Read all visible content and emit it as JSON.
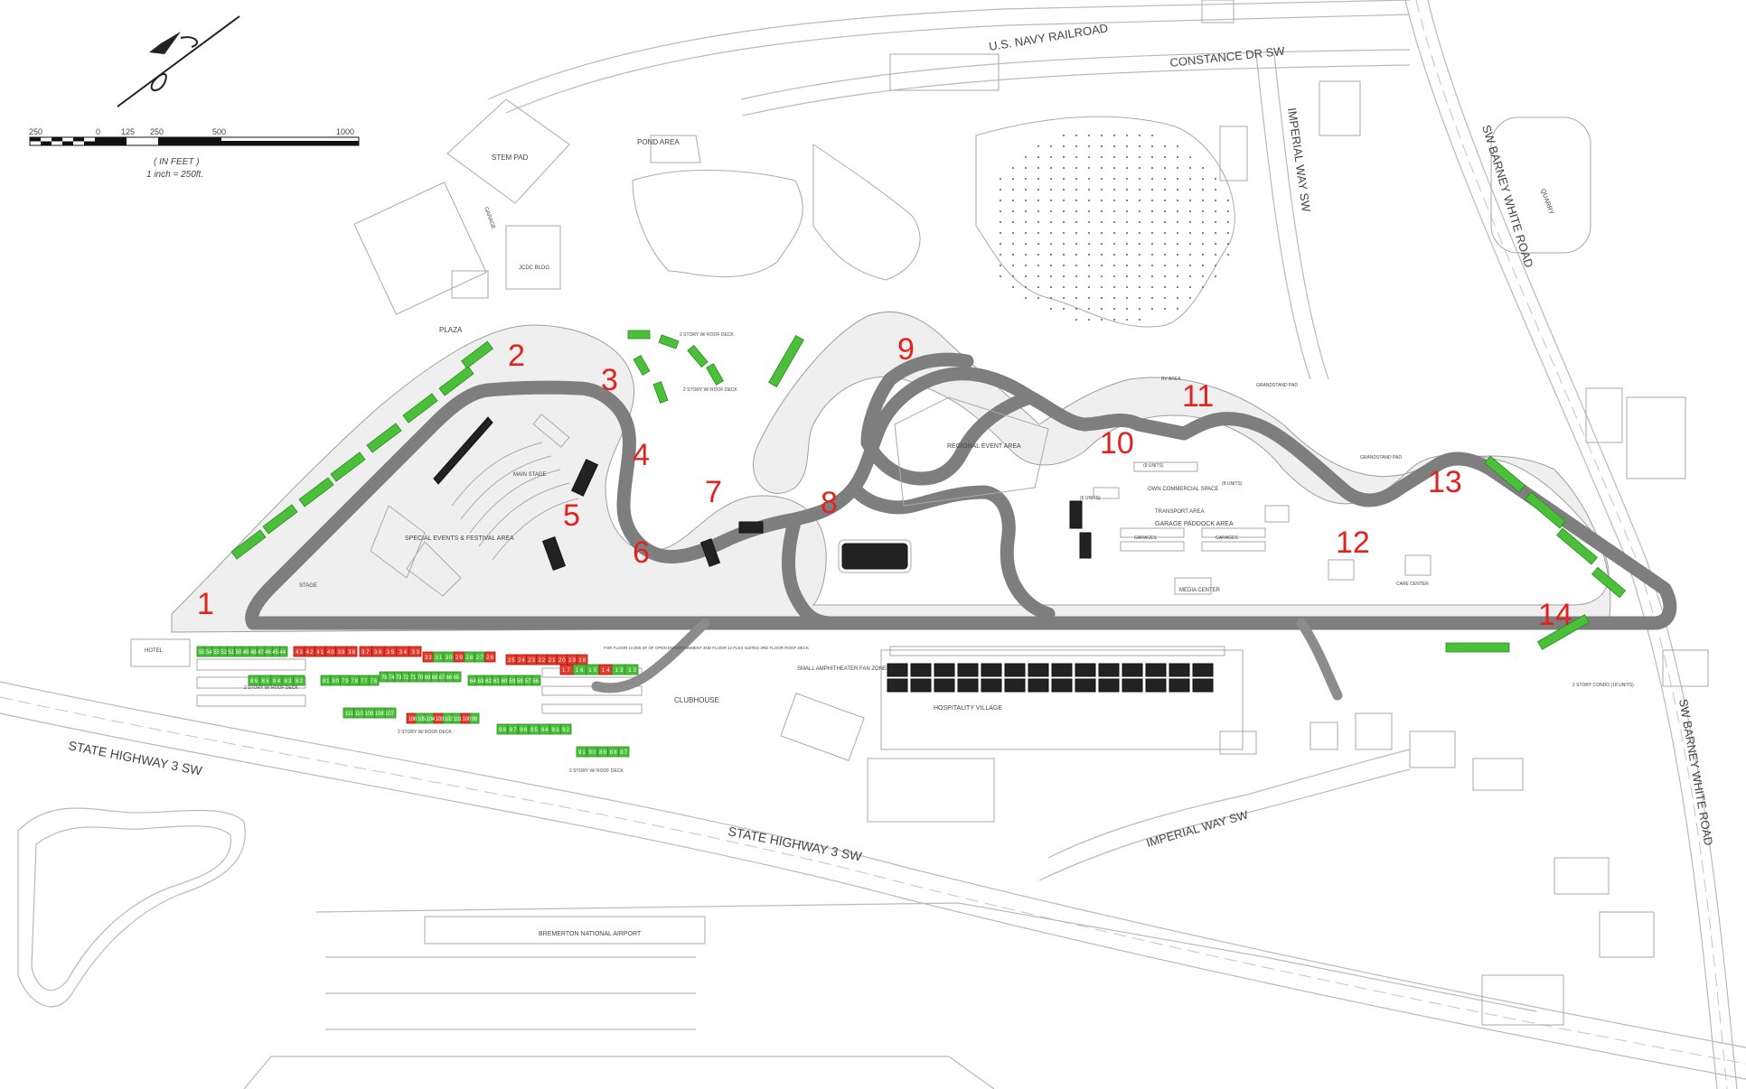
{
  "scale": {
    "ticks": [
      "250",
      "0",
      "125",
      "250",
      "500",
      "1000"
    ],
    "unit_label": "( IN FEET )",
    "ratio_label": "1 inch = 250ft."
  },
  "roads": {
    "navy_railroad": "U.S. NAVY RAILROAD",
    "constance": "CONSTANCE DR SW",
    "imperial_north": "IMPERIAL WAY SW",
    "imperial_south": "IMPERIAL WAY SW",
    "barney_north": "SW BARNEY WHITE ROAD",
    "barney_south": "SW BARNEY WHITE ROAD",
    "hwy3_west": "STATE HIGHWAY 3 SW",
    "hwy3_east": "STATE HIGHWAY 3 SW"
  },
  "areas": {
    "stem_pad": "STEM PAD",
    "pond_area": "POND AREA",
    "quarry": "QUARRY",
    "plaza": "PLAZA",
    "jcdc_bldg": "JCDC BLDG",
    "garage": "GARAGE",
    "main_stage": "MAIN STAGE",
    "special_events": "SPECIAL EVENTS & FESTIVAL AREA",
    "stage": "STAGE",
    "regional_event": "REGIONAL EVENT AREA",
    "own_commercial": "OWN COMMERCIAL SPACE",
    "transport_area": "TRANSPORT AREA",
    "garage_paddock": "GARAGE PADDOCK AREA",
    "media_center": "MEDIA CENTER",
    "hospitality": "HOSPITALITY VILLAGE",
    "amphitheater": "SMALL AMPHITHEATER FAN ZONE",
    "clubhouse": "CLUBHOUSE",
    "hotel": "HOTEL",
    "airport": "BREMERTON NATIONAL AIRPORT",
    "roof_deck_1": "2 STORY W/ ROOF DECK",
    "roof_deck_2": "2 STORY W/ ROOF DECK",
    "roof_deck_3": "2 STORY W/ ROOF DECK",
    "roof_deck_4": "2 STORY W/ ROOF DECK",
    "roof_deck_5": "2 STORY W/ ROOF DECK",
    "condo": "2 STORY CONDO (18 UNITS)",
    "grandstand_pad": "GRANDSTAND PAD",
    "grandstand_pad_2": "GRANDSTAND PAD",
    "rv_area": "RV AREA",
    "units_1": "(6 UNITS)",
    "units_2": "(9 UNITS)",
    "units_3": "(8 UNITS)",
    "care_center": "CARE CENTER",
    "garages_1": "GARAGES",
    "garages_2": "GARAGES",
    "fan_zone_note": "FOR FLOOR 10,000 SF OF OPEN ENTERTAINMENT 2ND FLOOR 12 FLEX SUITES 3RD FLOOR ROOF DECK"
  },
  "turns": [
    "1",
    "2",
    "3",
    "4",
    "5",
    "6",
    "7",
    "8",
    "9",
    "10",
    "11",
    "12",
    "13",
    "14"
  ],
  "colors": {
    "turn_label": "#e0231f",
    "lot_available": "#4bbf3a",
    "lot_sold": "#e33b2c",
    "track": "#7e7e7e"
  },
  "lot_rows": [
    {
      "labels": "55 54 53 52 51 50 49 48 47 46 45 44",
      "status": "available"
    },
    {
      "labels": "43 42 41 40 39 38",
      "status": "sold"
    },
    {
      "labels": "37 36 35 34 33",
      "status": "sold"
    },
    {
      "labels": "32 31 30 29 28 27 26",
      "status": "mixed"
    },
    {
      "labels": "25 24 23 22 21 20 19 18",
      "status": "sold"
    },
    {
      "labels": "86 85 84 83 82",
      "status": "available"
    },
    {
      "labels": "81 80 79 78 77 76",
      "status": "available"
    },
    {
      "labels": "75 74 73 72 71 70 69 68 67 66 65",
      "status": "available"
    },
    {
      "labels": "64 63 62 61 60 59 58 57 56",
      "status": "available"
    },
    {
      "labels": "17 16 15 14 13 12",
      "status": "mixed"
    },
    {
      "labels": "111 110 109 108 107",
      "status": "available"
    },
    {
      "labels": "106 105 104 103 102 101 100 99",
      "status": "mixed"
    },
    {
      "labels": "98 97 96 95 94 93 92",
      "status": "available"
    },
    {
      "labels": "91 90 89 88 87",
      "status": "available"
    }
  ]
}
